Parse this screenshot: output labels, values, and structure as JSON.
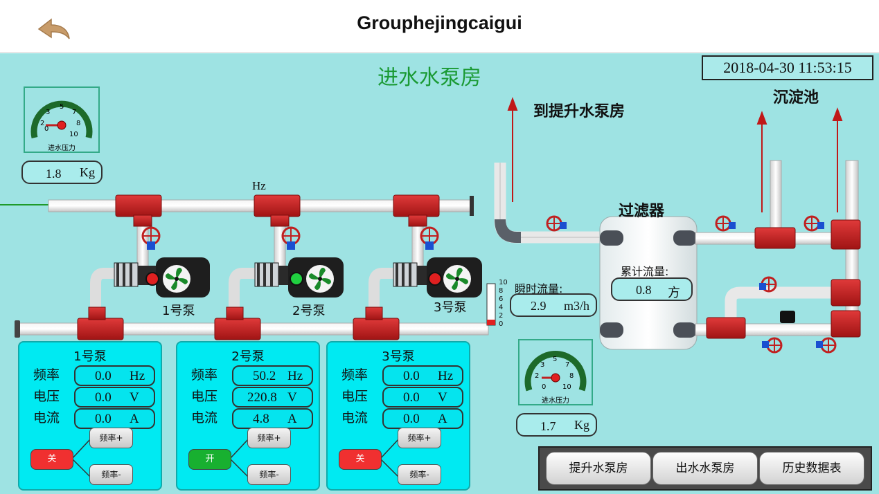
{
  "app": {
    "title": "Grouphejingcaigui"
  },
  "station": {
    "title": "进水水泵房",
    "datetime": "2018-04-30 11:53:15",
    "labels": {
      "to_lift": "到提升水泵房",
      "sediment": "沉淀池",
      "filter": "过滤器",
      "hz": "Hz"
    }
  },
  "inlet_gauge": {
    "label": "进水压力",
    "value": "1.8",
    "unit": "Kg",
    "ticks": [
      "0",
      "2",
      "3",
      "5",
      "7",
      "8",
      "10"
    ]
  },
  "outlet_gauge": {
    "label": "进水压力",
    "value": "1.7",
    "unit": "Kg",
    "ticks": [
      "0",
      "2",
      "3",
      "5",
      "7",
      "8",
      "10"
    ]
  },
  "flow": {
    "instant_label": "瞬时流量:",
    "instant_value": "2.9",
    "instant_unit": "m3/h",
    "total_label": "累计流量:",
    "total_value": "0.8",
    "total_unit": "方",
    "scale": [
      "10",
      "8",
      "6",
      "4",
      "2",
      "0"
    ]
  },
  "pumps": [
    {
      "name": "1号泵",
      "status_color": "#e02020",
      "freq_label": "频率",
      "freq": "0.0",
      "freq_unit": "Hz",
      "volt_label": "电压",
      "volt": "0.0",
      "volt_unit": "V",
      "curr_label": "电流",
      "curr": "0.0",
      "curr_unit": "A",
      "toggle": "关",
      "toggle_color": "#f03030",
      "freq_up": "频率+",
      "freq_down": "频率-"
    },
    {
      "name": "2号泵",
      "status_color": "#20d040",
      "freq_label": "频率",
      "freq": "50.2",
      "freq_unit": "Hz",
      "volt_label": "电压",
      "volt": "220.8",
      "volt_unit": "V",
      "curr_label": "电流",
      "curr": "4.8",
      "curr_unit": "A",
      "toggle": "开",
      "toggle_color": "#18b030",
      "freq_up": "频率+",
      "freq_down": "频率-"
    },
    {
      "name": "3号泵",
      "status_color": "#e02020",
      "freq_label": "频率",
      "freq": "0.0",
      "freq_unit": "Hz",
      "volt_label": "电压",
      "volt": "0.0",
      "volt_unit": "V",
      "curr_label": "电流",
      "curr": "0.0",
      "curr_unit": "A",
      "toggle": "关",
      "toggle_color": "#f03030",
      "freq_up": "频率+",
      "freq_down": "频率-"
    }
  ],
  "nav": {
    "lift": "提升水泵房",
    "outlet": "出水水泵房",
    "history": "历史数据表"
  },
  "icons": {
    "back": "back-arrow-icon",
    "valve": "valve-icon",
    "pump": "pump-icon",
    "fan": "fan-icon",
    "gauge": "pressure-gauge-icon",
    "arrow": "flow-arrow-icon"
  }
}
